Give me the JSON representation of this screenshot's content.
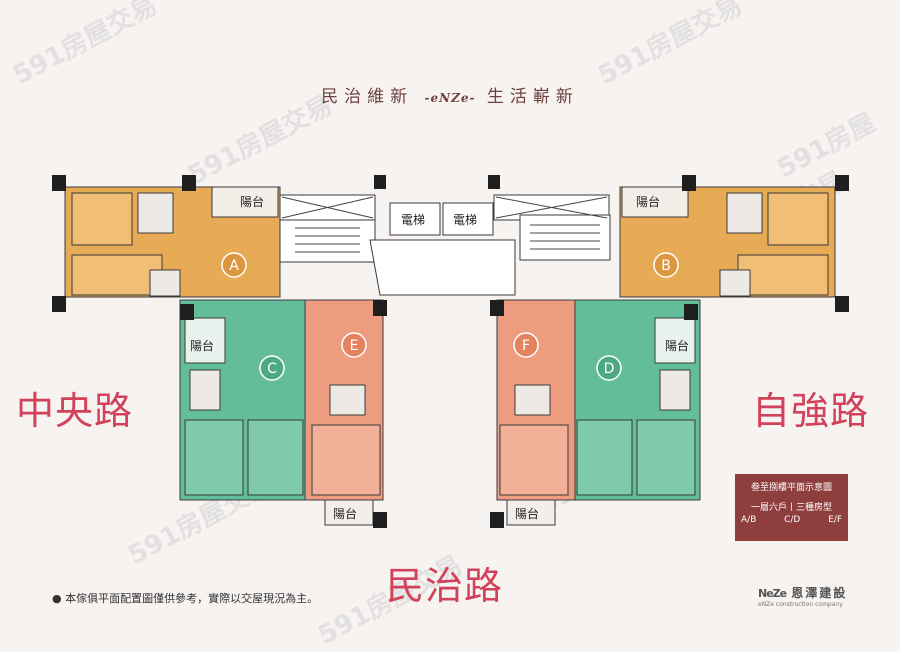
{
  "title": {
    "left": "民治維新",
    "mid": "-eNZe-",
    "right": "生活嶄新"
  },
  "units": {
    "A": "A",
    "B": "B",
    "C": "C",
    "D": "D",
    "E": "E",
    "F": "F"
  },
  "balcony_label": "陽台",
  "elevator_label": "電梯",
  "roads": {
    "left": "中央路",
    "right": "自強路",
    "bottom": "民治路"
  },
  "note": "● 本傢俱平面配置圖僅供參考，實際以交屋現況為主。",
  "legend": {
    "title": "叁至捌樓平面示意圖",
    "line": "一層六戶丨三種房型",
    "types": [
      "A/B",
      "C/D",
      "E/F"
    ]
  },
  "logo": {
    "mark": "NeZe",
    "name": "恩澤建設",
    "sub": "eNZe construction company"
  },
  "watermark": "591房屋交易",
  "colors": {
    "orange": "#e8ab55",
    "green": "#63bd9a",
    "salmon": "#ee9c7f",
    "road": "#d2425a",
    "legend_bg": "#8f3e3e",
    "title": "#6e3f3c"
  }
}
